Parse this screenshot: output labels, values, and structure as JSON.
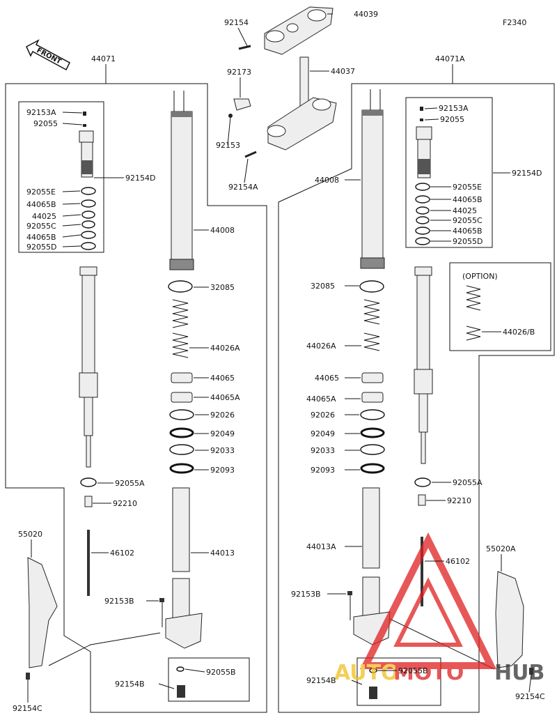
{
  "figure_code": "F2340",
  "front_badge": "FRONT",
  "watermark": {
    "brand_a": "AUTO",
    "brand_b": "MOTO",
    "brand_c": "HUB",
    "color": "#e02020"
  },
  "option_box": {
    "title": "(OPTION)",
    "part": "44026/B"
  },
  "assemblies": {
    "left": "44071",
    "right": "44071A"
  },
  "top_parts": [
    {
      "id": "t1",
      "num": "92154"
    },
    {
      "id": "t2",
      "num": "44039"
    },
    {
      "id": "t3",
      "num": "92173"
    },
    {
      "id": "t4",
      "num": "44037"
    },
    {
      "id": "t5",
      "num": "92153"
    },
    {
      "id": "t6",
      "num": "92154A"
    }
  ],
  "left_parts": [
    {
      "id": "l1",
      "num": "92153A"
    },
    {
      "id": "l2",
      "num": "92055"
    },
    {
      "id": "l3",
      "num": "92154D"
    },
    {
      "id": "l4",
      "num": "92055E"
    },
    {
      "id": "l5",
      "num": "44065B"
    },
    {
      "id": "l6",
      "num": "44025"
    },
    {
      "id": "l7",
      "num": "92055C"
    },
    {
      "id": "l8",
      "num": "44065B"
    },
    {
      "id": "l9",
      "num": "92055D"
    },
    {
      "id": "l10",
      "num": "44008"
    },
    {
      "id": "l11",
      "num": "32085"
    },
    {
      "id": "l12",
      "num": "44026A"
    },
    {
      "id": "l13",
      "num": "44065"
    },
    {
      "id": "l14",
      "num": "44065A"
    },
    {
      "id": "l15",
      "num": "92026"
    },
    {
      "id": "l16",
      "num": "92049"
    },
    {
      "id": "l17",
      "num": "92033"
    },
    {
      "id": "l18",
      "num": "92093"
    },
    {
      "id": "l19",
      "num": "92055A"
    },
    {
      "id": "l20",
      "num": "92210"
    },
    {
      "id": "l21",
      "num": "55020"
    },
    {
      "id": "l22",
      "num": "46102"
    },
    {
      "id": "l23",
      "num": "44013"
    },
    {
      "id": "l24",
      "num": "92153B"
    },
    {
      "id": "l25",
      "num": "92154B"
    },
    {
      "id": "l26",
      "num": "92055B"
    },
    {
      "id": "l27",
      "num": "92154C"
    }
  ],
  "right_parts": [
    {
      "id": "r1",
      "num": "92153A"
    },
    {
      "id": "r2",
      "num": "92055"
    },
    {
      "id": "r3",
      "num": "92154D"
    },
    {
      "id": "r4",
      "num": "92055E"
    },
    {
      "id": "r5",
      "num": "44065B"
    },
    {
      "id": "r6",
      "num": "44025"
    },
    {
      "id": "r7",
      "num": "92055C"
    },
    {
      "id": "r8",
      "num": "44065B"
    },
    {
      "id": "r9",
      "num": "92055D"
    },
    {
      "id": "r10",
      "num": "44008"
    },
    {
      "id": "r11",
      "num": "32085"
    },
    {
      "id": "r12",
      "num": "44026A"
    },
    {
      "id": "r13",
      "num": "44065"
    },
    {
      "id": "r14",
      "num": "44065A"
    },
    {
      "id": "r15",
      "num": "92026"
    },
    {
      "id": "r16",
      "num": "92049"
    },
    {
      "id": "r17",
      "num": "92033"
    },
    {
      "id": "r18",
      "num": "92093"
    },
    {
      "id": "r19",
      "num": "92055A"
    },
    {
      "id": "r20",
      "num": "92210"
    },
    {
      "id": "r21",
      "num": "55020A"
    },
    {
      "id": "r22",
      "num": "46102"
    },
    {
      "id": "r23",
      "num": "44013A"
    },
    {
      "id": "r24",
      "num": "92153B"
    },
    {
      "id": "r25",
      "num": "92154B"
    },
    {
      "id": "r26",
      "num": "92055B"
    },
    {
      "id": "r27",
      "num": "92154C"
    }
  ]
}
